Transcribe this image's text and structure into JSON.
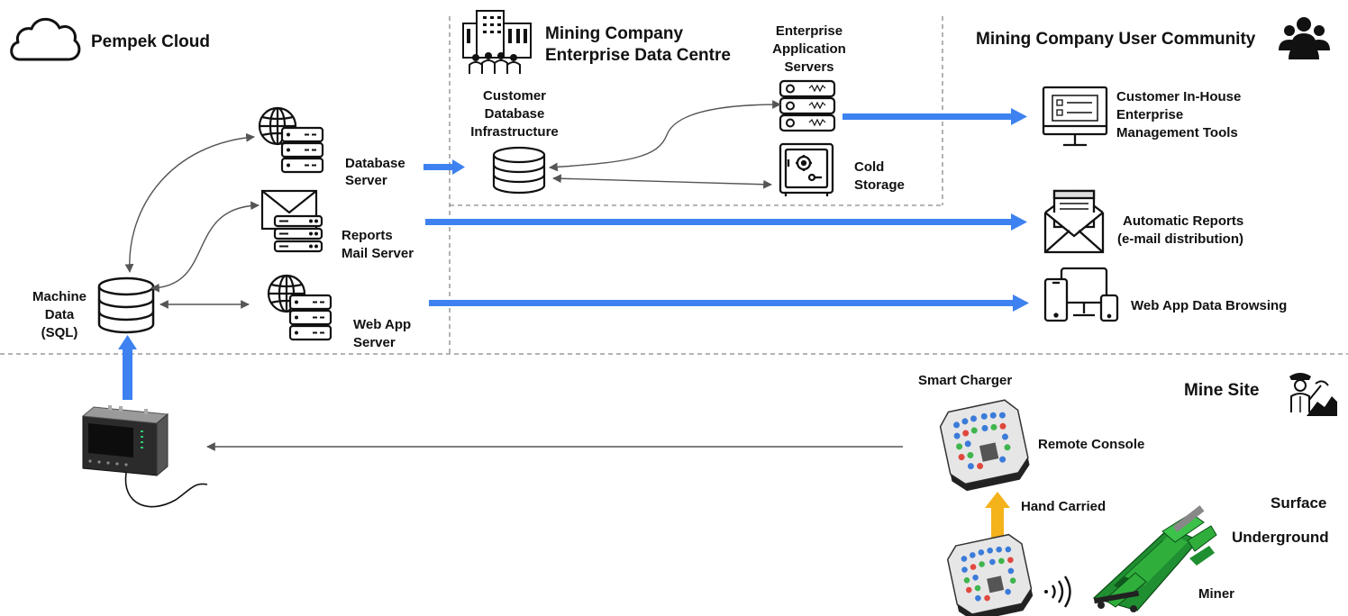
{
  "regions": {
    "cloud": "Pempek Cloud",
    "data_centre": [
      "Mining Company",
      "Enterprise Data Centre"
    ],
    "user_community": "Mining Company User Community",
    "mine_site": "Mine Site"
  },
  "cloud_nodes": {
    "database_server": [
      "Database",
      "Server"
    ],
    "reports_mail_server": [
      "Reports",
      "Mail Server"
    ],
    "web_app_server": [
      "Web App",
      "Server"
    ],
    "machine_data": [
      "Machine",
      "Data",
      "(SQL)"
    ]
  },
  "data_centre_nodes": {
    "customer_db": [
      "Customer",
      "Database",
      "Infrastructure"
    ],
    "app_servers": [
      "Enterprise",
      "Application",
      "Servers"
    ],
    "cold_storage": [
      "Cold",
      "Storage"
    ]
  },
  "user_nodes": {
    "in_house_tools": [
      "Customer In-House",
      "Enterprise",
      "Management Tools"
    ],
    "auto_reports": [
      "Automatic Reports",
      "(e-mail distribution)"
    ],
    "web_browsing": "Web App Data Browsing"
  },
  "site_nodes": {
    "smart_charger": "Smart Charger",
    "remote_console": "Remote Console",
    "hand_carried": "Hand Carried",
    "surface": "Surface",
    "underground": "Underground",
    "miner": "Miner"
  },
  "colors": {
    "blue_arrow": "#3d82f0",
    "orange_arrow": "#f4b21b",
    "connector": "#555555",
    "divider": "#888888",
    "miner_green": "#2fae3c"
  },
  "icons": [
    "cloud-icon",
    "office-building-icon",
    "people-icon",
    "globe-server-icon",
    "envelope-server-icon",
    "database-icon",
    "server-rack-icon",
    "safe-icon",
    "monitor-icon",
    "envelope-document-icon",
    "devices-icon",
    "miner-worker-icon",
    "remote-console-icon",
    "wireless-icon",
    "display-unit-icon",
    "mining-vehicle-icon"
  ]
}
